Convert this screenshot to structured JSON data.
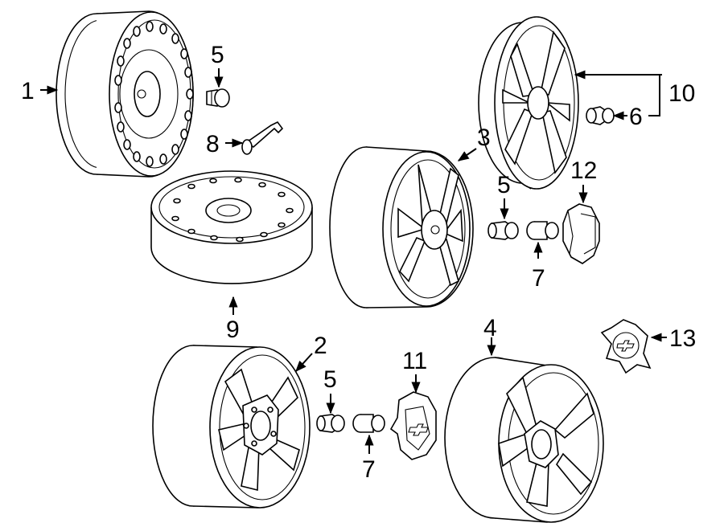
{
  "callouts": {
    "c1": "1",
    "c2": "2",
    "c3": "3",
    "c4": "4",
    "c5a": "5",
    "c5b": "5",
    "c5c": "5",
    "c6": "6",
    "c7a": "7",
    "c7b": "7",
    "c8": "8",
    "c9": "9",
    "c10": "10",
    "c11": "11",
    "c12": "12",
    "c13": "13"
  },
  "parts": [
    {
      "ref": "1",
      "icon": "steel-wheel-icon"
    },
    {
      "ref": "2",
      "icon": "five-spoke-alloy-wheel-icon"
    },
    {
      "ref": "3",
      "icon": "split-spoke-alloy-wheel-icon"
    },
    {
      "ref": "4",
      "icon": "five-spoke-alloy-wheel-icon"
    },
    {
      "ref": "5",
      "icon": "lug-nut-icon"
    },
    {
      "ref": "6",
      "icon": "lug-nut-icon"
    },
    {
      "ref": "7",
      "icon": "lock-nut-icon"
    },
    {
      "ref": "8",
      "icon": "valve-stem-icon"
    },
    {
      "ref": "9",
      "icon": "spare-wheel-icon"
    },
    {
      "ref": "10",
      "icon": "wheel-cover-icon"
    },
    {
      "ref": "11",
      "icon": "center-cap-icon"
    },
    {
      "ref": "12",
      "icon": "center-cap-icon"
    },
    {
      "ref": "13",
      "icon": "center-cap-icon"
    }
  ]
}
